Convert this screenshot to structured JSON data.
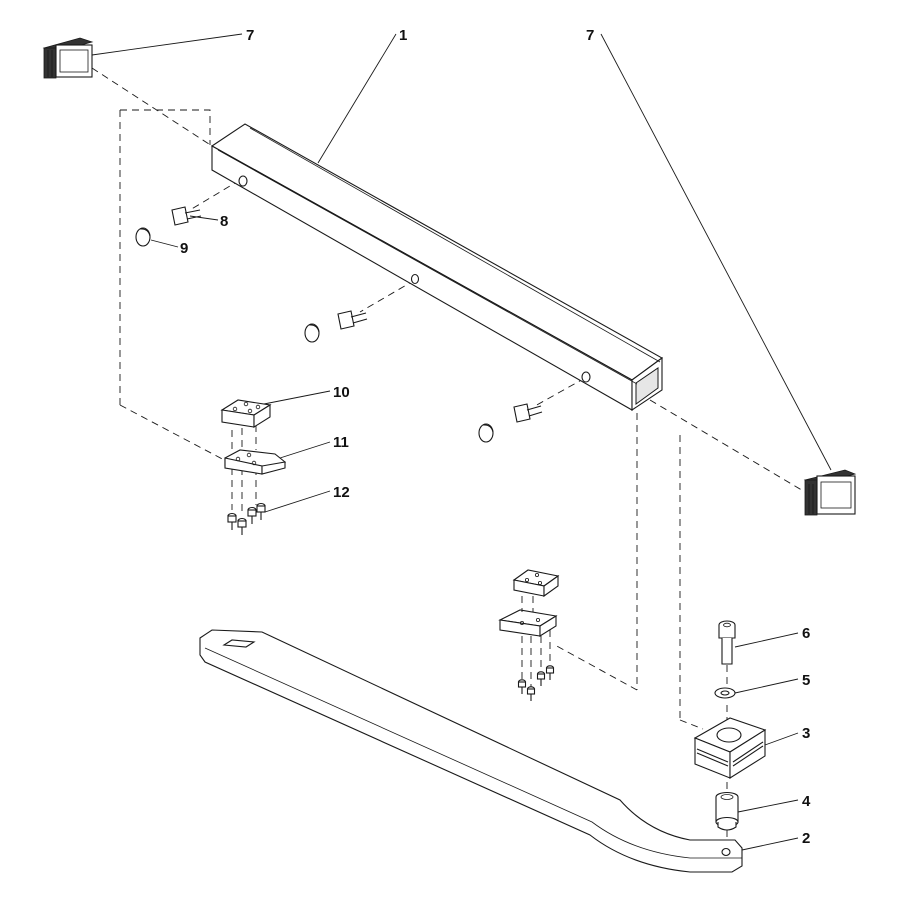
{
  "labels": {
    "part_1": "1",
    "part_2": "2",
    "part_3": "3",
    "part_4": "4",
    "part_5": "5",
    "part_6": "6",
    "part_7_left": "7",
    "part_7_right": "7",
    "part_8": "8",
    "part_9": "9",
    "part_10": "10",
    "part_11": "11",
    "part_12": "12"
  },
  "colors": {
    "line": "#1a1a1a",
    "background": "#ffffff"
  }
}
